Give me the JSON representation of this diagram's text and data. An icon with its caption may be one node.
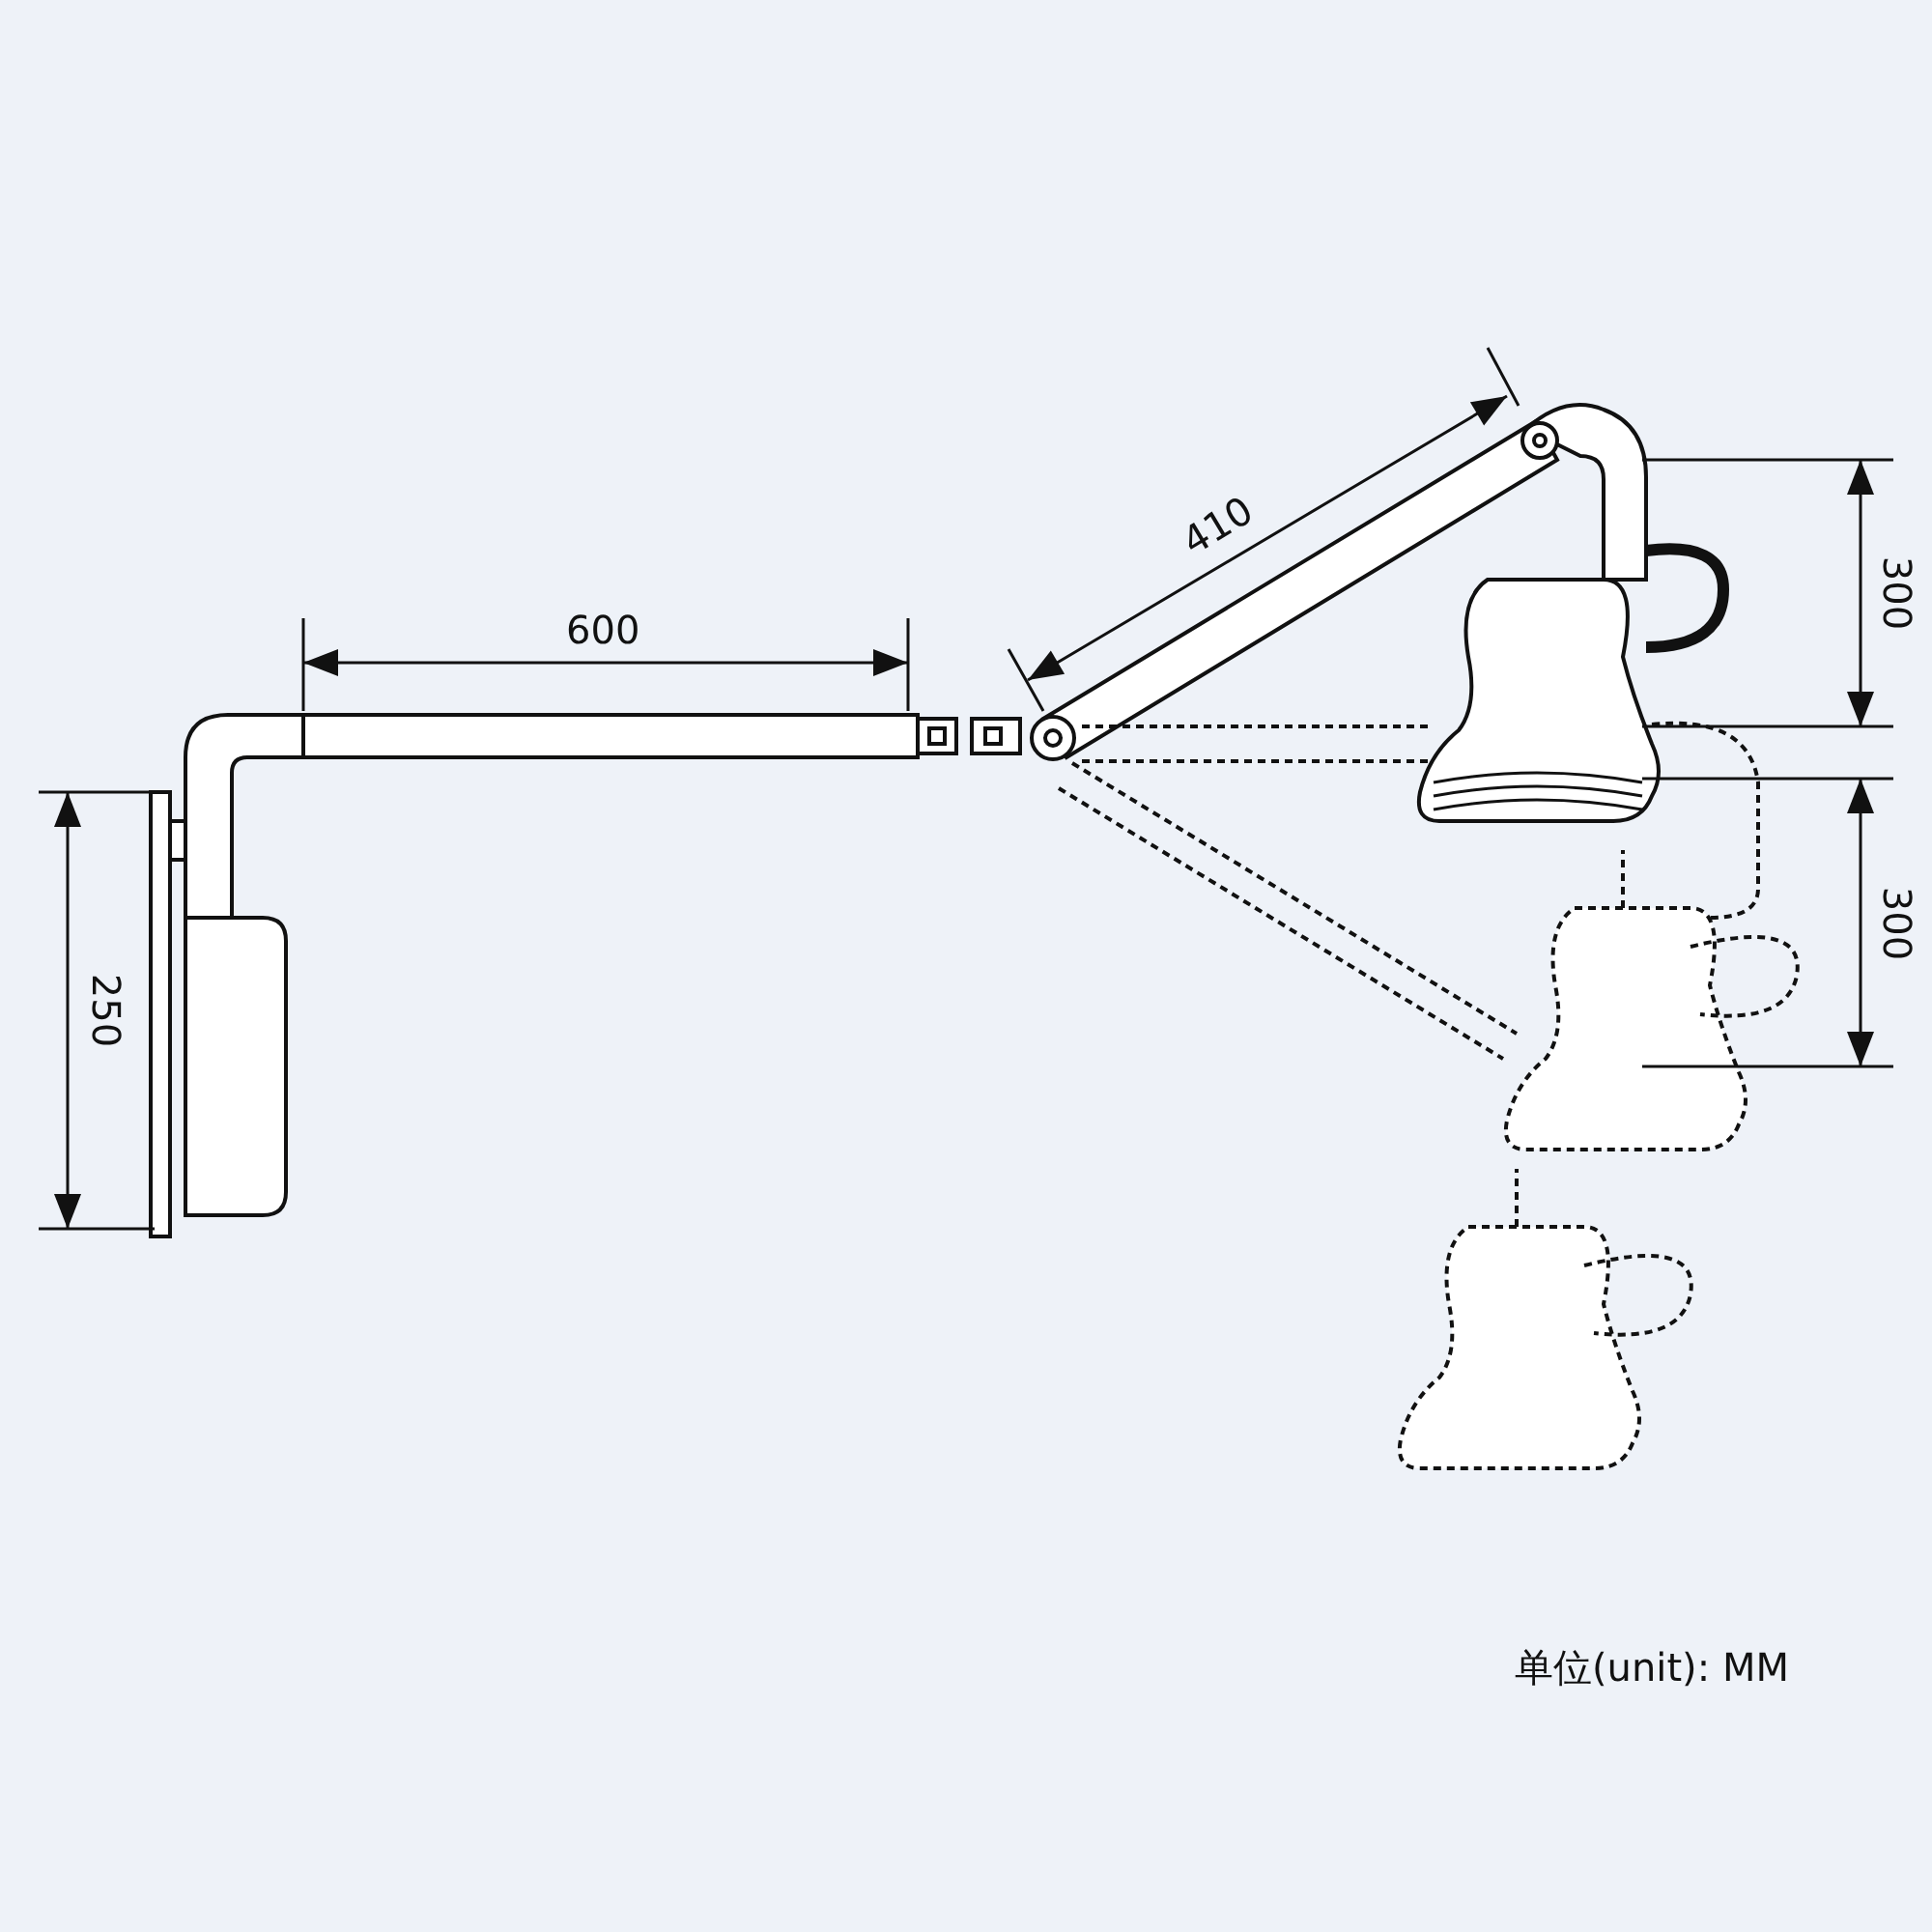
{
  "diagram": {
    "labels": [
      "410",
      "300",
      "600",
      "300",
      "250",
      "单位(unit): MM"
    ]
  }
}
